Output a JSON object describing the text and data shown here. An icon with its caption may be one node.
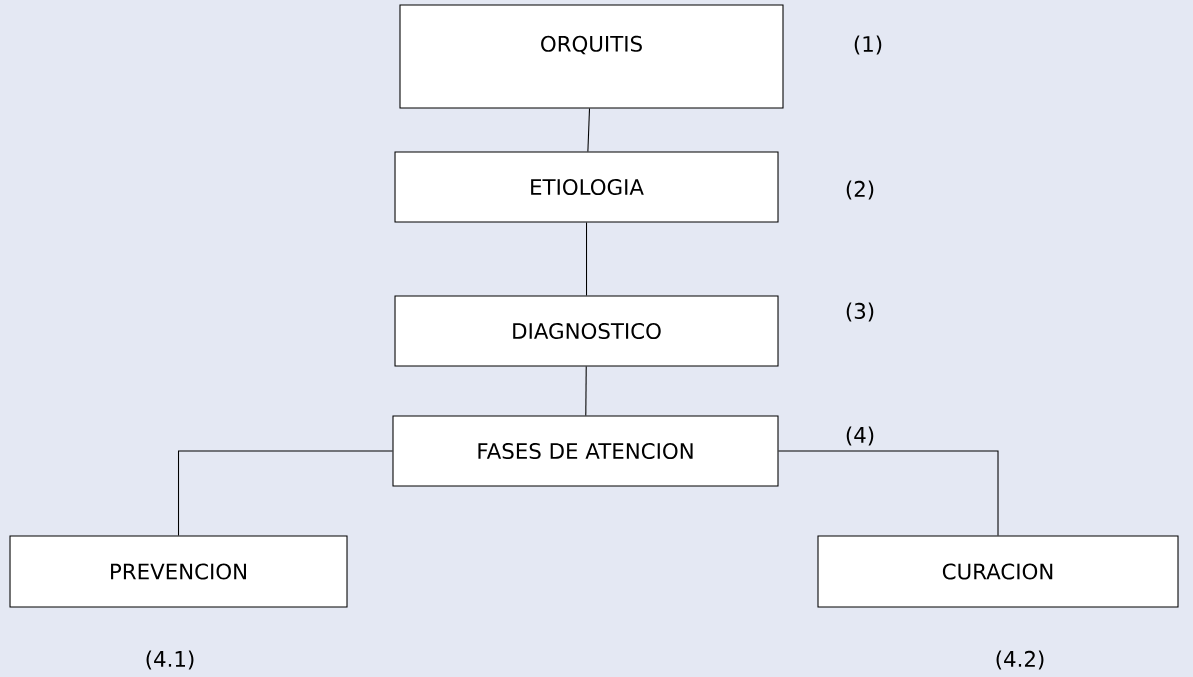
{
  "diagram": {
    "nodes": [
      {
        "text": [
          "ORQUITIS"
        ],
        "beside": [
          "(1)"
        ]
      },
      {
        "text": [
          "ETIOLOGIA"
        ],
        "beside": [
          "(2)"
        ]
      },
      {
        "text": [
          "DIAGNOSTICO"
        ],
        "beside": [
          "(3)"
        ]
      },
      {
        "text": [
          "FASES DE ATENCION"
        ],
        "beside": [
          "(4)"
        ]
      },
      {
        "text": [
          "PREVENCION"
        ],
        "beside": [
          "(4.1)"
        ]
      },
      {
        "text": [
          "CURACION"
        ],
        "beside": [
          "(4.2)"
        ]
      }
    ],
    "edges": [
      {
        "from": 0,
        "to": 1,
        "arrow": "none"
      },
      {
        "from": 1,
        "to": 2,
        "arrow": "none"
      },
      {
        "from": 2,
        "to": 3,
        "arrow": "none"
      },
      {
        "from": 3,
        "to": 4,
        "arrow": "none"
      },
      {
        "from": 3,
        "to": 5,
        "arrow": "none"
      }
    ]
  }
}
